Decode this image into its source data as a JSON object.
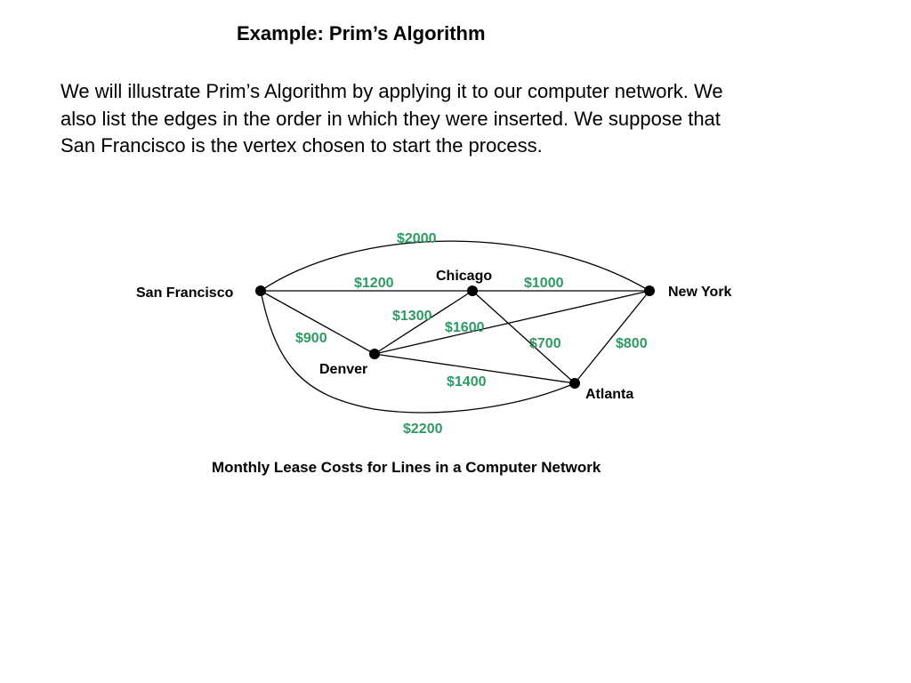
{
  "title": "Example:  Prim’s Algorithm",
  "paragraph_lines": [
    "We will illustrate Prim’s Algorithm by applying it to our computer network.  We",
    "also list the edges in the order in which they were inserted.  We suppose that",
    "San Francisco is the vertex chosen to start the process."
  ],
  "caption": "Monthly Lease Costs for Lines in a Computer Network",
  "colors": {
    "cost": "#2e9a64",
    "node": "#000000",
    "edge": "#000000"
  },
  "nodes": {
    "san_francisco": "San Francisco",
    "chicago": "Chicago",
    "new_york": "New York",
    "denver": "Denver",
    "atlanta": "Atlanta"
  },
  "edges": {
    "sf_ny": "$2000",
    "sf_chicago": "$1200",
    "chicago_ny": "$1000",
    "denver_chicago": "$1300",
    "denver_ny": "$1600",
    "sf_denver": "$900",
    "chicago_atlanta": "$700",
    "ny_atlanta": "$800",
    "denver_atlanta": "$1400",
    "sf_atlanta": "$2200"
  }
}
